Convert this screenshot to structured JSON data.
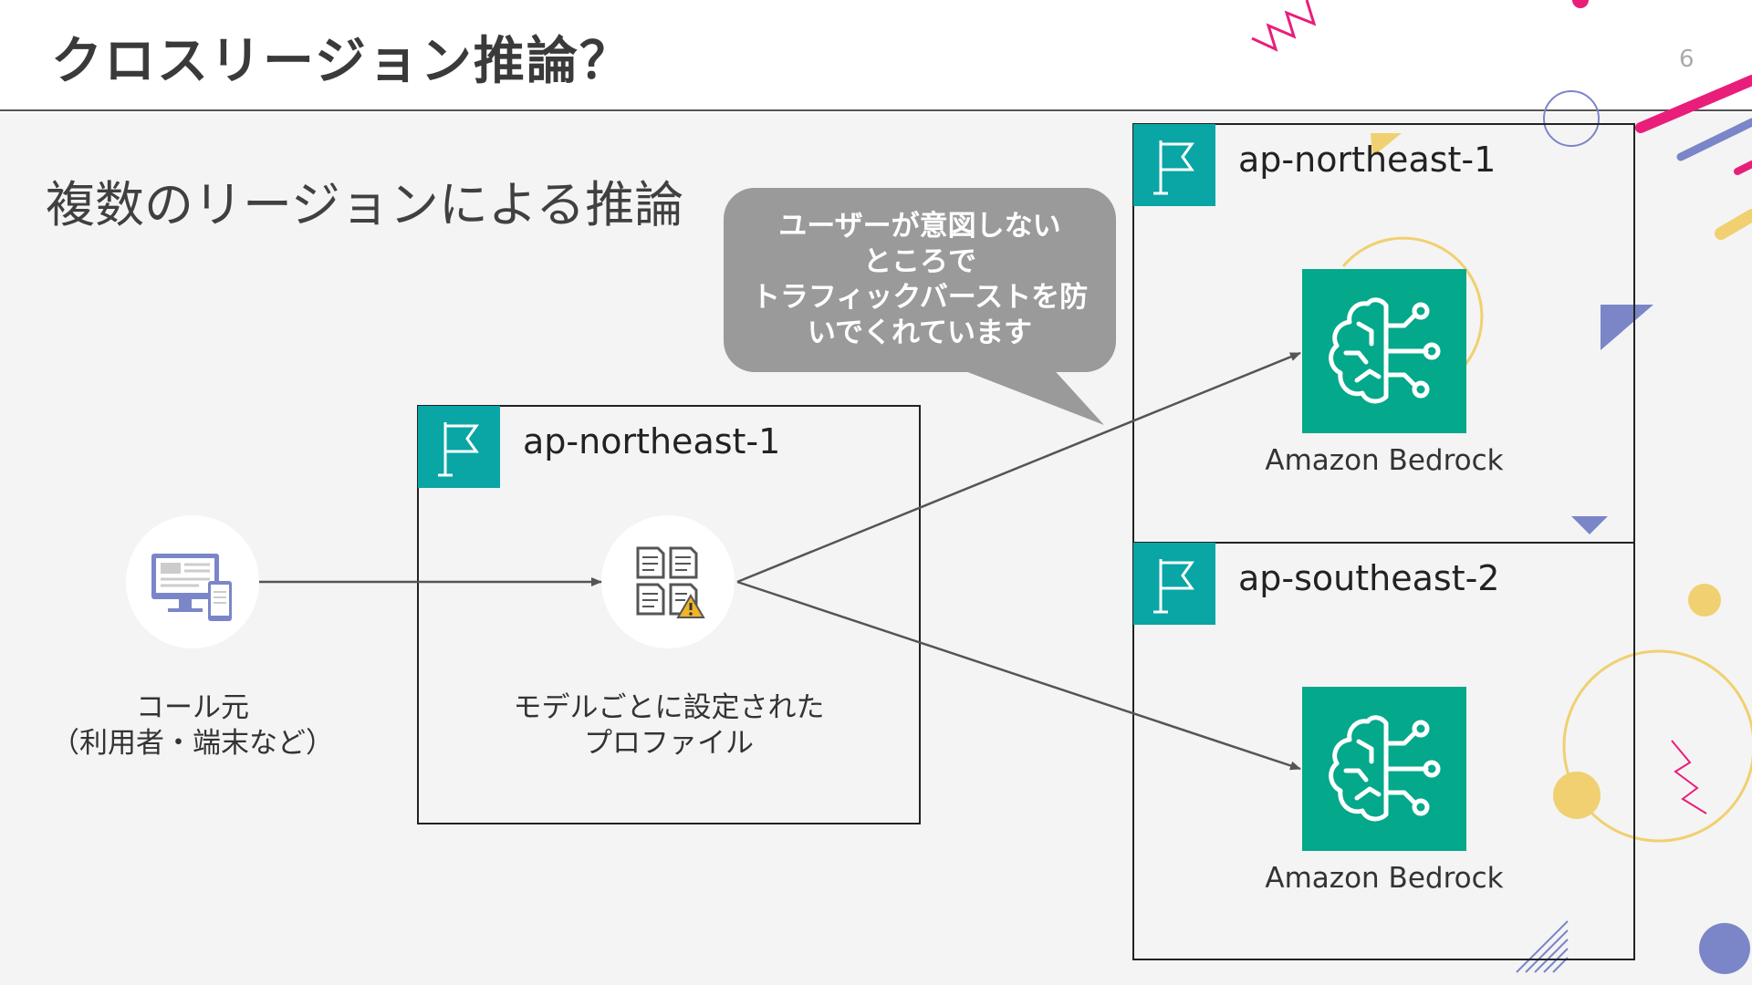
{
  "slide": {
    "title": "クロスリージョン推論？",
    "page_number": "6",
    "subtitle": "複数のリージョンによる推論"
  },
  "callout": {
    "text": "ユーザーが意図しない\nところで\nトラフィックバーストを防\nいでくれています"
  },
  "caller": {
    "label": "コール元\n（利用者・端末など）",
    "icon": "devices-icon"
  },
  "source_region": {
    "name": "ap-northeast-1",
    "profile_label": "モデルごとに設定された\nプロファイル",
    "profile_icon": "documents-warning-icon"
  },
  "target_regions": [
    {
      "name": "ap-northeast-1",
      "service": "Amazon Bedrock"
    },
    {
      "name": "ap-southeast-2",
      "service": "Amazon Bedrock"
    }
  ],
  "colors": {
    "teal_region": "#0aa5a5",
    "bedrock_green": "#04a88a",
    "callout_gray": "#9a9a9a",
    "deco_pink": "#e91e7a",
    "deco_yellow": "#f0d070",
    "deco_blue": "#7b86c8"
  }
}
